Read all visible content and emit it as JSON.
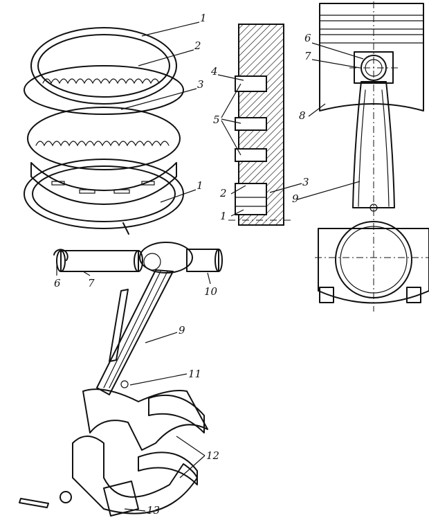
{
  "callouts": {
    "rings_top": {
      "c1": "1",
      "c2": "2",
      "c3": "3",
      "c1b": "1"
    },
    "section": {
      "c4": "4",
      "c5": "5",
      "c3": "3",
      "c2": "2",
      "c1": "1"
    },
    "piston": {
      "c6": "6",
      "c7": "7",
      "c8": "8",
      "c9": "9"
    },
    "rod": {
      "c6": "6",
      "c7": "7",
      "c10": "10",
      "c9": "9",
      "c11": "11",
      "c12": "12",
      "c13": "13"
    }
  }
}
